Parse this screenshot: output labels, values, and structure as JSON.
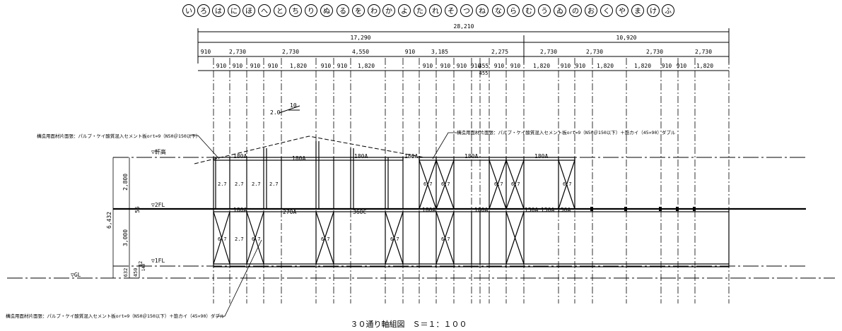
{
  "axis_labels": [
    "い",
    "ろ",
    "は",
    "に",
    "ほ",
    "へ",
    "と",
    "ち",
    "り",
    "ぬ",
    "る",
    "を",
    "わ",
    "か",
    "よ",
    "た",
    "れ",
    "そ",
    "つ",
    "ね",
    "な",
    "ら",
    "む",
    "う",
    "ゐ",
    "の",
    "お",
    "く",
    "や",
    "ま",
    "け",
    "ふ"
  ],
  "dimensions": {
    "total": "28,210",
    "segment_left": "17,290",
    "segment_right": "10,920",
    "row1": [
      "910",
      "2,730",
      "2,730",
      "4,550",
      "910",
      "3,185",
      "2,275",
      "2,730",
      "2,730",
      "2,730",
      "2,730"
    ],
    "row2": [
      "910",
      "910",
      "910",
      "910",
      "1,820",
      "910",
      "910",
      "1,820",
      "910",
      "910",
      "910",
      "910",
      "455",
      "910",
      "910",
      "1,820",
      "910",
      "910",
      "1,820",
      "1,820",
      "910",
      "910",
      "1,820"
    ],
    "row2_extra": "455",
    "heights": {
      "total": "6,432",
      "upper": "2,800",
      "lower": "3,000",
      "gap": "55",
      "base": "632",
      "base_sub": "450",
      "base_sub2": "42",
      "base_sub3": "140"
    }
  },
  "levels": {
    "roof": "▽軒高",
    "floor2": "▽2FL",
    "floor1": "▽1FL",
    "ground": "▽GL"
  },
  "slope": {
    "rise": "2.0",
    "run": "10"
  },
  "beams_upper": [
    "180A",
    "180A",
    "180A",
    "180A",
    "180A",
    "180A"
  ],
  "beams_lower": [
    "180A",
    "270A",
    "360C",
    "180A",
    "180A",
    "150A",
    "150A",
    "150A"
  ],
  "wall_ratios": [
    "2.7",
    "2.7",
    "2.7",
    "2.7",
    "6.7",
    "6.7",
    "6.7",
    "6.7",
    "6.7",
    "6.7",
    "2.7",
    "6.7",
    "6.7",
    "6.7",
    "6.7"
  ],
  "notes": {
    "note1": "構造用面材片面張：パルプ・ケイ酸質混入セメント板ort=9（N50＠150以下）",
    "note2": "構造用面材片面張：パルプ・ケイ酸質混入セメント板ort=9（N50＠150以下）＋筋カイ（45×90）ダブル",
    "note3": "構造用面材片面張：パルプ・ケイ酸質混入セメント板ort=9（N50＠150以下）＋筋カイ（45×90）ダブル"
  },
  "title": "３０通り軸組図　Ｓ＝１：１００"
}
